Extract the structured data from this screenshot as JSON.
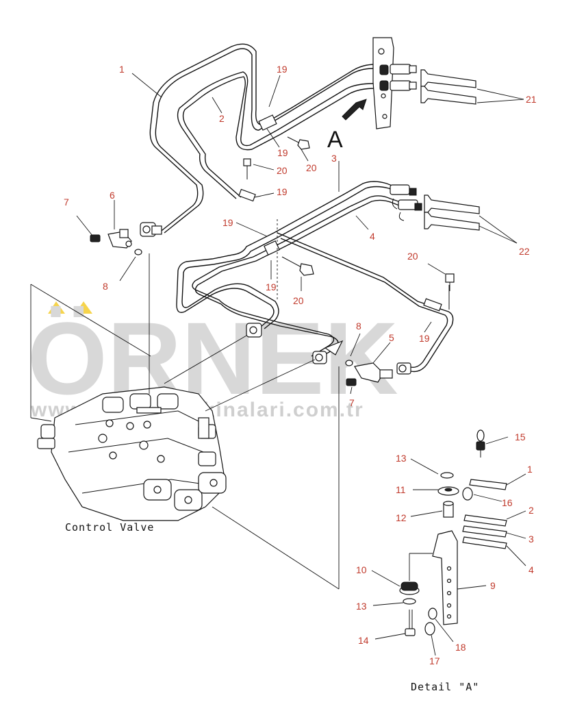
{
  "watermark": {
    "brand": "ÖRNEK",
    "url": "www.orneкismakinalari.com.tr"
  },
  "captions": {
    "control_valve": "Control Valve",
    "detail_a": "Detail \"A\"",
    "view_arrow": "A"
  },
  "callouts": [
    "1",
    "2",
    "19",
    "21",
    "19",
    "20",
    "20",
    "19",
    "3",
    "7",
    "6",
    "19",
    "4",
    "22",
    "8",
    "20",
    "19",
    "20",
    "8",
    "5",
    "19",
    "7",
    "15",
    "13",
    "1",
    "11",
    "16",
    "12",
    "2",
    "3",
    "4",
    "9",
    "10",
    "13",
    "18",
    "14",
    "17"
  ],
  "colors": {
    "callout": "#c0392b",
    "line": "#111111",
    "watermark": "#d8d8d8",
    "accent": "#f2c200"
  }
}
